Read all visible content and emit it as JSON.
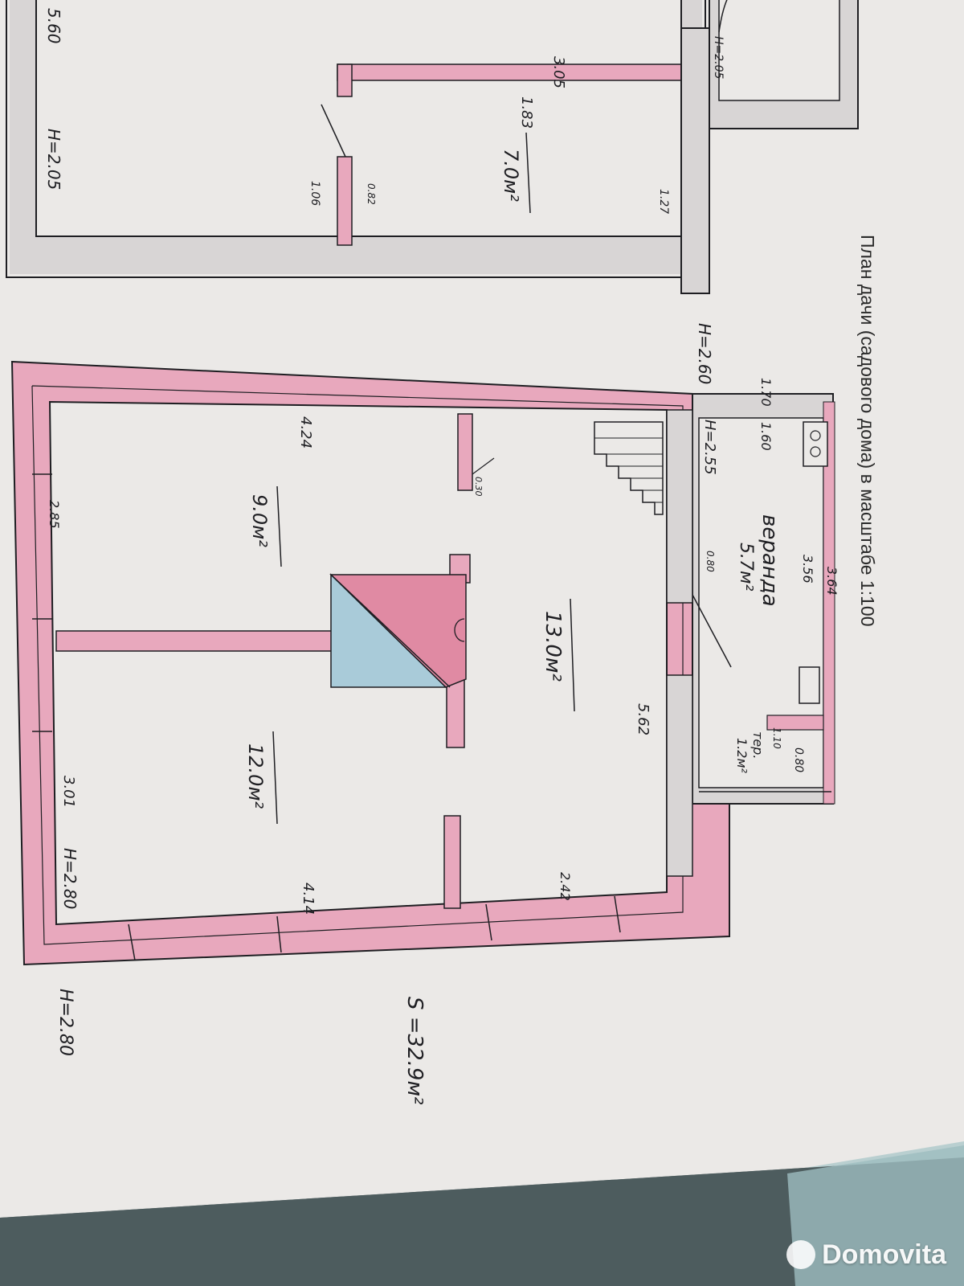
{
  "title": "План дачи (садового дома) в масштабе 1:100",
  "rooms": {
    "veranda_name": "веранда",
    "veranda_area": "5.7м²",
    "terrace_name": "тер.",
    "terrace_area": "1.2м²",
    "hall_area": "13.0м²",
    "room_left_area": "9.0м²",
    "room_right_area": "12.0м²",
    "annex_area": "7.0м²"
  },
  "heights": {
    "h_260": "H=2.60",
    "h_255": "H=2.55",
    "h_280": "H=2.80",
    "h_280b": "H=2.80",
    "h_205": "H=2.05",
    "h_annex_small": "H=2.05"
  },
  "dimensions": {
    "d_356": "3.56",
    "d_364": "3.64",
    "d_562": "5.62",
    "d_424": "4.24",
    "d_414": "4.14",
    "d_242": "2.42",
    "d_285": "2.85",
    "d_301": "3.01",
    "d_170": "1.70",
    "d_160": "1.60",
    "d_080": "0.80",
    "d_080b": "0.80",
    "d_110": "1.10",
    "d_030": "0.30",
    "d_560": "5.60",
    "d_305": "3.05",
    "d_183": "1.83",
    "d_106": "1.06",
    "d_082": "0.82",
    "d_127": "1.27"
  },
  "total_area": "S =32.9м²",
  "watermark": "Domovita",
  "colors": {
    "paper": "#eceae8",
    "wall_pink": "#e8a8bd",
    "wall_gray": "#d4d2d2",
    "ink": "#1e1e22",
    "stove_blue": "#a9cbd9",
    "stove_red": "#e08aa3"
  }
}
